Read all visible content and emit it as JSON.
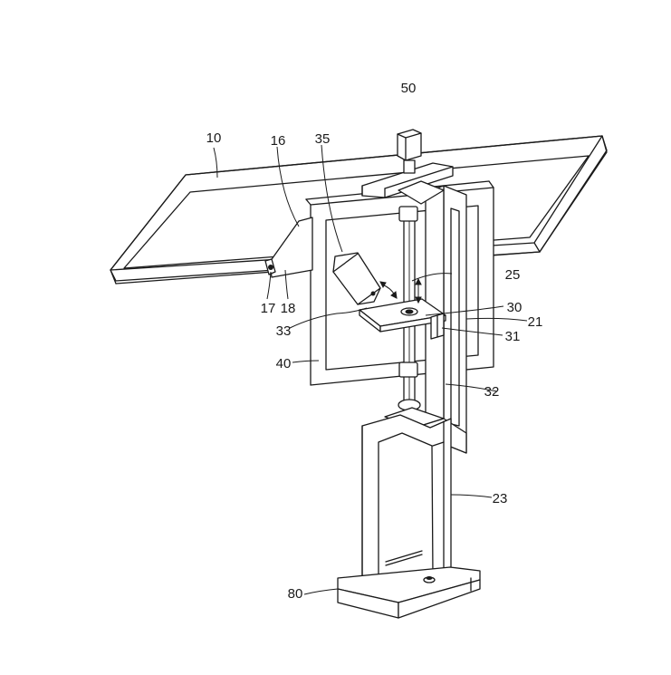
{
  "labels": {
    "l10": "10",
    "l16": "16",
    "l35": "35",
    "l50": "50",
    "l25": "25",
    "l30": "30",
    "l21": "21",
    "l31": "31",
    "l17": "17",
    "l18": "18",
    "l33": "33",
    "l40": "40",
    "l32": "32",
    "l23": "23",
    "l80": "80"
  }
}
